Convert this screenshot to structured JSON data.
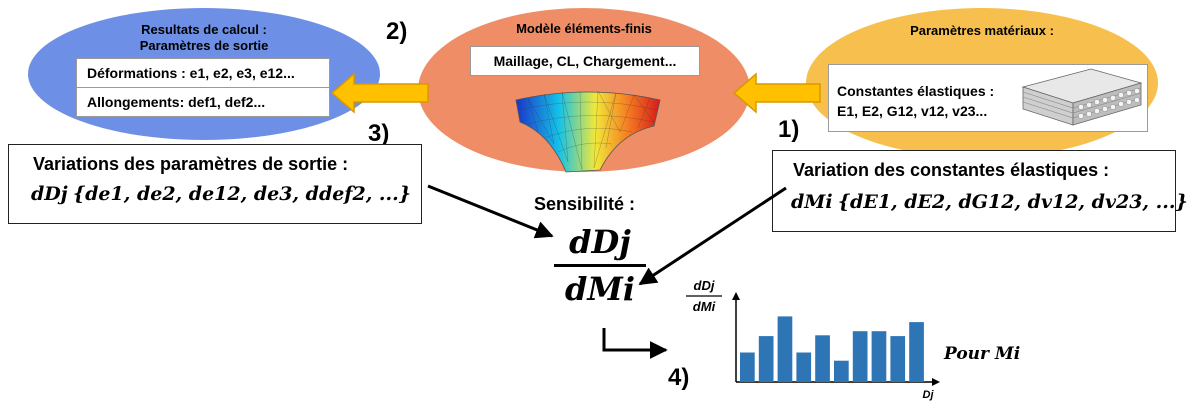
{
  "left_ellipse": {
    "title_line1": "Resultats de calcul :",
    "title_line2": "Paramètres de sortie",
    "row1": "Déformations : e1, e2, e3, e12...",
    "row2": "Allongements: def1, def2..."
  },
  "center_ellipse": {
    "title": "Modèle éléments-finis",
    "box": "Maillage, CL, Chargement..."
  },
  "right_ellipse": {
    "title": "Paramètres matériaux :",
    "box_line1": "Constantes élastiques :",
    "box_line2": "E1, E2, G12, v12, v23..."
  },
  "steps": {
    "s1": "1)",
    "s2": "2)",
    "s3": "3)",
    "s4": "4)"
  },
  "left_panel": {
    "title": "Variations des paramètres de sortie :",
    "formula_lhs": "dDj",
    "formula_set": "{de1, de2, de12, de3, ddef2, ...}"
  },
  "right_panel": {
    "title": "Variation des constantes élastiques :",
    "formula_lhs": "dMi",
    "formula_set": "{dE1, dE2, dG12, dv12, dv23, ...}"
  },
  "sensitivity": {
    "label": "Sensibilité :",
    "numerator": "dDj",
    "denominator": "dMi"
  },
  "chart_data": {
    "type": "bar",
    "ylabel": "dDj/dMi",
    "xlabel": "Dj",
    "annotation": "Pour Mi",
    "values": [
      0.36,
      0.56,
      0.8,
      0.36,
      0.57,
      0.26,
      0.62,
      0.62,
      0.56,
      0.73
    ],
    "ylim": [
      0,
      1
    ],
    "bar_color": "#2e75b6"
  },
  "colors": {
    "left_ellipse": "#6d8fe6",
    "center_ellipse": "#ef8d67",
    "right_ellipse": "#f7c04e",
    "arrow_fill": "#ffc000",
    "arrow_stroke": "#d99800"
  }
}
